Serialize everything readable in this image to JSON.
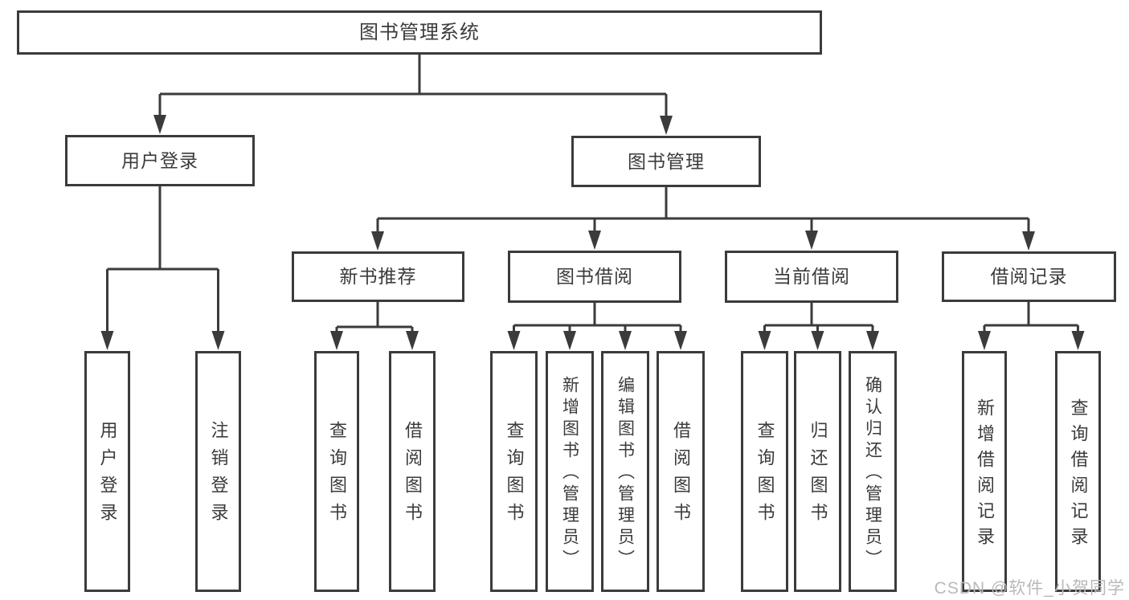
{
  "colors": {
    "line": "#3b3b3b",
    "text": "#3b3b3b",
    "background": "#ffffff",
    "watermark": "#b9b9b9"
  },
  "watermark": {
    "text": "CSDN @软件_小贺同学"
  },
  "tree": {
    "label": "图书管理系统",
    "children": [
      {
        "label": "用户登录",
        "children": [
          {
            "label": "用户登录"
          },
          {
            "label": "注销登录"
          }
        ]
      },
      {
        "label": "图书管理",
        "children": [
          {
            "label": "新书推荐",
            "children": [
              {
                "label": "查询图书"
              },
              {
                "label": "借阅图书"
              }
            ]
          },
          {
            "label": "图书借阅",
            "children": [
              {
                "label": "查询图书"
              },
              {
                "label": "新增图书（管理员）"
              },
              {
                "label": "编辑图书（管理员）"
              },
              {
                "label": "借阅图书"
              }
            ]
          },
          {
            "label": "当前借阅",
            "children": [
              {
                "label": "查询图书"
              },
              {
                "label": "归还图书"
              },
              {
                "label": "确认归还（管理员）"
              }
            ]
          },
          {
            "label": "借阅记录",
            "children": [
              {
                "label": "新增借阅记录"
              },
              {
                "label": "查询借阅记录"
              }
            ]
          }
        ]
      }
    ]
  }
}
